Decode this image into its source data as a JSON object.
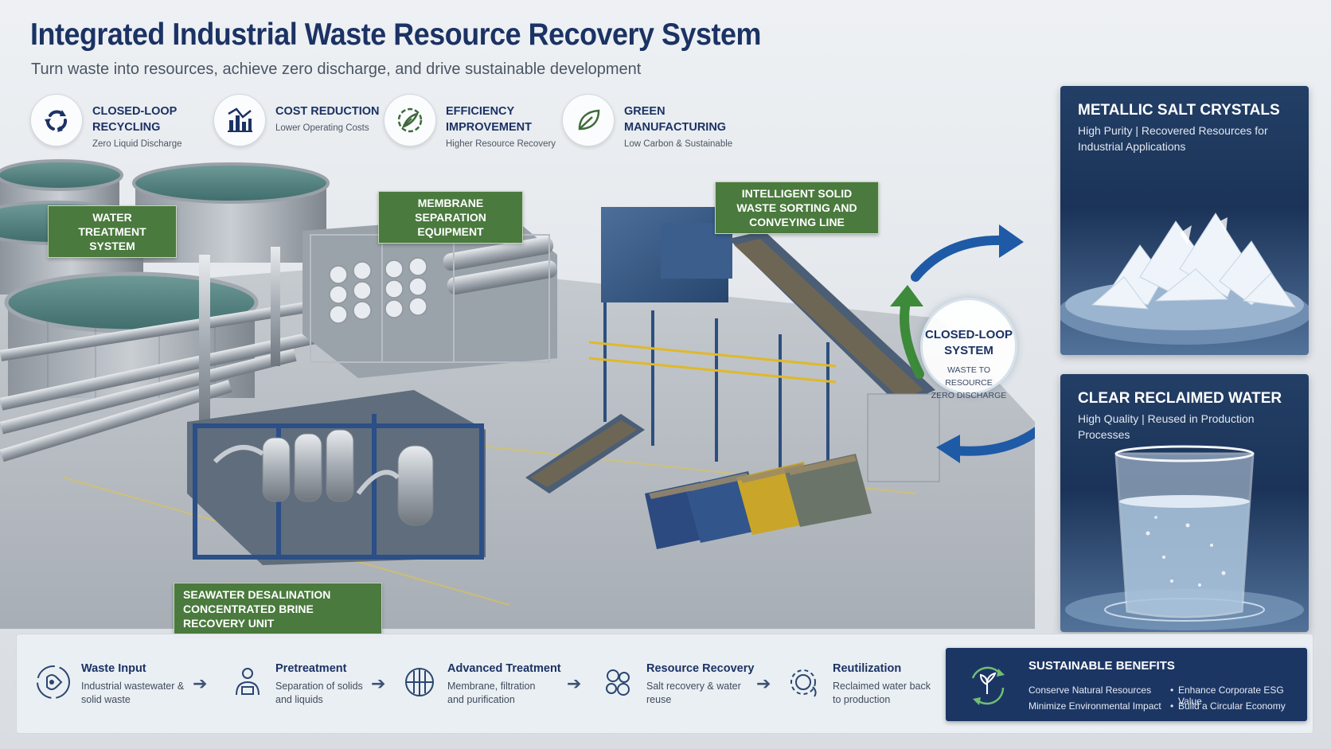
{
  "header": {
    "title": "Integrated Industrial Waste Resource Recovery System",
    "subtitle": "Turn waste into resources, achieve zero discharge, and drive sustainable development"
  },
  "features": [
    {
      "title": "CLOSED-LOOP RECYCLING",
      "sub": "Zero Liquid Discharge",
      "icon": "recycle-icon"
    },
    {
      "title": "COST REDUCTION",
      "sub": "Lower Operating Costs",
      "icon": "cost-chart-icon"
    },
    {
      "title": "EFFICIENCY IMPROVEMENT",
      "sub": "Higher Resource Recovery",
      "icon": "efficiency-icon"
    },
    {
      "title": "GREEN MANUFACTURING",
      "sub": "Low Carbon & Sustainable",
      "icon": "leaf-icon"
    }
  ],
  "tags": {
    "water_treatment": "WATER TREATMENT SYSTEM",
    "membrane": "MEMBRANE SEPARATION EQUIPMENT",
    "solid_waste": "INTELLIGENT SOLID WASTE SORTING AND CONVEYING LINE",
    "desalination": "SEAWATER DESALINATION CONCENTRATED BRINE RECOVERY UNIT"
  },
  "loop": {
    "title": "CLOSED-LOOP SYSTEM",
    "sub_line1": "WASTE TO RESOURCE",
    "sub_line2": "ZERO DISCHARGE"
  },
  "cards": {
    "salt": {
      "title": "METALLIC SALT CRYSTALS",
      "sub": "High Purity | Recovered Resources for Industrial Applications"
    },
    "water": {
      "title": "CLEAR RECLAIMED WATER",
      "sub": "High Quality | Reused in Production Processes"
    }
  },
  "steps": [
    {
      "title": "Waste Input",
      "sub": "Industrial wastewater & solid waste",
      "icon": "waste-input-icon"
    },
    {
      "title": "Pretreatment",
      "sub": "Separation of solids and liquids",
      "icon": "pretreatment-icon"
    },
    {
      "title": "Advanced Treatment",
      "sub": "Membrane, filtration and purification",
      "icon": "filter-icon"
    },
    {
      "title": "Resource Recovery",
      "sub": "Salt recovery & water reuse",
      "icon": "resource-recovery-icon"
    },
    {
      "title": "Reutilization",
      "sub": "Reclaimed water back to production",
      "icon": "reutilization-icon"
    }
  ],
  "benefits": {
    "title": "SUSTAINABLE BENEFITS",
    "items": [
      "Conserve Natural Resources",
      "Enhance Corporate ESG Value",
      "Minimize Environmental Impact",
      "Build a Circular Economy"
    ],
    "icon": "sustainability-cycle-icon"
  },
  "colors": {
    "navy": "#1b3264",
    "tag_green": "#4a7a3d",
    "arrow_blue": "#1f5aa6",
    "arrow_green": "#3d8a3a"
  }
}
